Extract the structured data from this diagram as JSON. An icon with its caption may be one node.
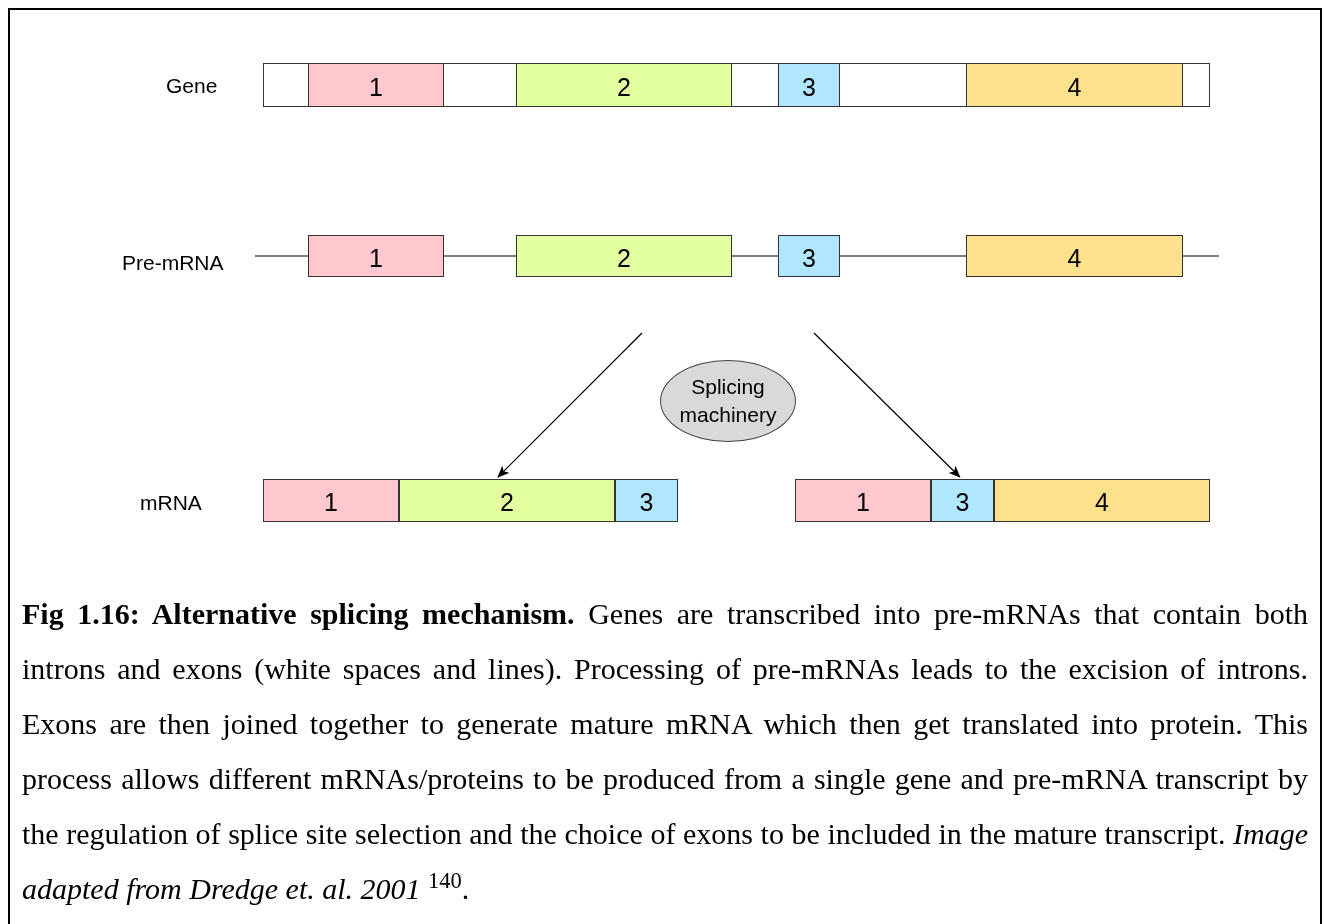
{
  "diagram": {
    "caption": "**Fig 1.16: Alternative splicing mechanism.** Genes are transcribed into pre-mRNAs that contain both introns and exons (white spaces and lines). Processing of pre-mRNAs leads to the excision of introns. Exons are then joined together to generate mature mRNA which then get translated into protein. This process allows different mRNAs/proteins to be produced from a single gene and pre-mRNA transcript by the regulation of splice site selection and the choice of exons to be included in the mature transcript. *Image adapted from Dredge et. al. 2001* $^{140}$.",
    "nodes": [
      {
        "text": [],
        "shape": "bar"
      },
      {
        "text": [
          "1"
        ],
        "in": 0
      },
      {
        "text": [
          "2"
        ],
        "in": 0
      },
      {
        "text": [
          "3"
        ],
        "in": 0
      },
      {
        "text": [
          "4"
        ],
        "in": 0
      },
      {
        "text": [
          "1"
        ]
      },
      {
        "text": [
          "2"
        ]
      },
      {
        "text": [
          "3"
        ]
      },
      {
        "text": [
          "4"
        ]
      },
      {
        "text": [
          "Splicing machinery"
        ]
      },
      {
        "text": [],
        "shape": "bar"
      },
      {
        "text": [
          "1"
        ],
        "in": 10
      },
      {
        "text": [
          "2"
        ],
        "in": 10
      },
      {
        "text": [
          "3"
        ],
        "in": 10
      },
      {
        "text": [],
        "shape": "bar"
      },
      {
        "text": [
          "1"
        ],
        "in": 14
      },
      {
        "text": [
          "3"
        ],
        "in": 14
      },
      {
        "text": [
          "4"
        ],
        "in": 14
      }
    ],
    "edges": [
      {
        "from": null,
        "to": 5,
        "arrow": "none"
      },
      {
        "from": 5,
        "to": 6,
        "arrow": "none"
      },
      {
        "from": 6,
        "to": 7,
        "arrow": "none"
      },
      {
        "from": 7,
        "to": 8,
        "arrow": "none"
      },
      {
        "from": 8,
        "to": null,
        "arrow": "none"
      },
      {
        "from": null,
        "to": 10,
        "arrow": "to"
      },
      {
        "from": null,
        "to": 14,
        "arrow": "to"
      }
    ],
    "labels": [
      "Gene",
      "Pre-mRNA",
      "mRNA"
    ]
  }
}
